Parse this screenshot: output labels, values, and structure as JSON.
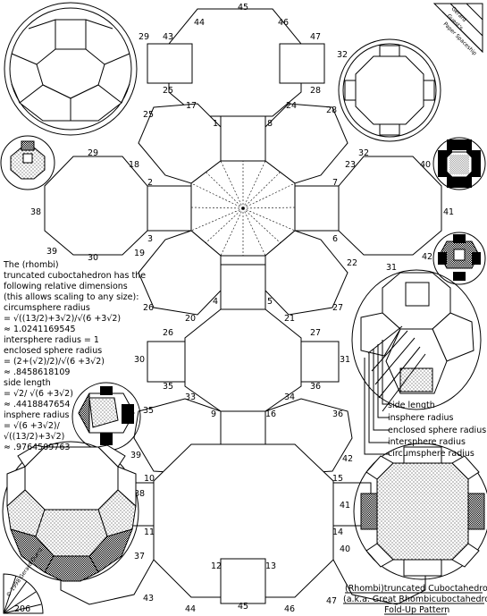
{
  "numbers": {
    "n1": "1",
    "n2": "2",
    "n3": "3",
    "n4": "4",
    "n5": "5",
    "n6": "6",
    "n7": "7",
    "n8": "8",
    "n9": "9",
    "n10": "10",
    "n11": "11",
    "n12": "12",
    "n13": "13",
    "n14": "14",
    "n15": "15",
    "n16": "16",
    "n17": "17",
    "n18": "18",
    "n19": "19",
    "n20": "20",
    "n21": "21",
    "n22": "22",
    "n23": "23",
    "n24": "24",
    "n25": "25",
    "n26": "26",
    "n27": "27",
    "n28": "28",
    "n29": "29",
    "n30": "30",
    "n31": "31",
    "n32": "32",
    "n33": "33",
    "n34": "34",
    "n35": "35",
    "n36": "36",
    "n37": "37",
    "n38": "38",
    "n39": "39",
    "n40": "40",
    "n41": "41",
    "n42": "42",
    "n43": "43",
    "n44": "44",
    "n45": "45",
    "n46": "46",
    "n47": "47"
  },
  "dimensions_text": [
    "The (rhombi)",
    "truncated cuboctahedron has the",
    "following relative dimensions",
    "(this allows scaling to any size):",
    "circumsphere radius",
    "= √((13/2)+3√2)/√(6 +3√2)",
    "≈ 1.0241169545",
    "intersphere radius = 1",
    "enclosed sphere radius",
    "= (2+(√2)/2)/√(6 +3√2)",
    "≈ .8458618109",
    "side length",
    "= √2/ √(6 +3√2)",
    "≈ .4418847654",
    "insphere radius",
    "= √(6 +3√2)/",
    "√((13/2)+3√2)",
    "≈ .9764509763"
  ],
  "radius_labels": {
    "side": "side length",
    "insphere": "insphere radius",
    "enclosed": "enclosed sphere radius",
    "intersphere": "intersphere radius",
    "circumsphere": "circumsphere radius"
  },
  "title": {
    "line1": "(Rhombi)truncated Cuboctahedron",
    "line2": "(a.k.a. Great Rhombicuboctahedron)",
    "line3": "Fold-Up Pattern"
  },
  "logo_top": {
    "line1": "Gerard",
    "line2": "Guest's",
    "line3": "Paper Spaceship"
  },
  "logo_bottom": {
    "text": "© 1998 Gerard Guest",
    "page": "206"
  }
}
